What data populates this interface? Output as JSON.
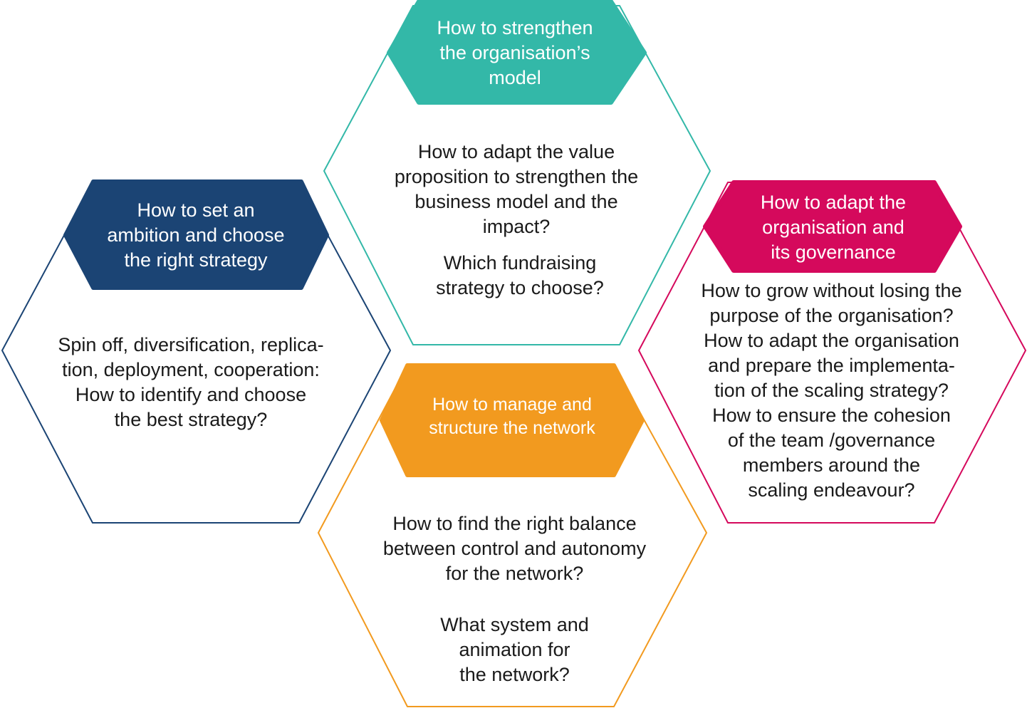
{
  "colors": {
    "teal": "#33b8a8",
    "navy": "#1b4474",
    "magenta": "#d5095c",
    "orange": "#f29a1f"
  },
  "hexagons": {
    "strengthen": {
      "title": "How to strengthen\nthe organisation’s\nmodel",
      "body_1": "How to adapt the value\nproposition to strengthen the\nbusiness model and the\nimpact?",
      "body_2": "Which fundraising\nstrategy to choose?"
    },
    "ambition": {
      "title": "How to set an\nambition and choose\nthe right strategy",
      "body": "Spin off, diversification, replica-\ntion, deployment, cooperation:\nHow to identify and choose\nthe best strategy?"
    },
    "governance": {
      "title": "How to adapt the\norganisation and\nits governance",
      "body": "How to grow without losing the\npurpose of the organisation?\nHow to adapt the organisation\nand prepare the implementa-\ntion of the scaling strategy?\nHow to ensure the cohesion\nof the team /governance\nmembers around the\nscaling endeavour?"
    },
    "network": {
      "title": "How to manage and\nstructure the network",
      "body_1": "How to find the right balance\nbetween control and autonomy\nfor the network?",
      "body_2": "What system and\nanimation for\nthe network?"
    }
  }
}
